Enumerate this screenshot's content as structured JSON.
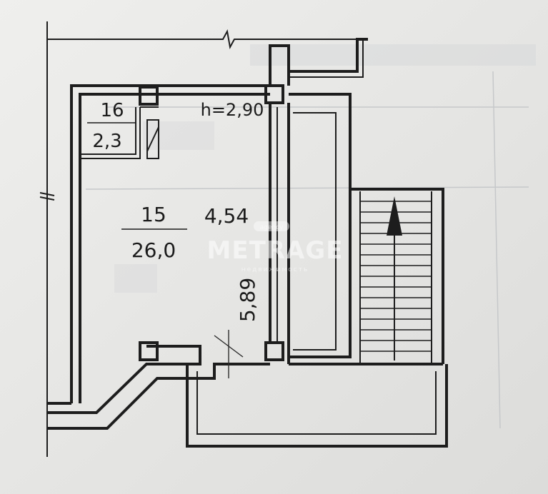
{
  "rooms": [
    {
      "number": "16",
      "area": "2,3"
    },
    {
      "number": "15",
      "area": "26,0"
    }
  ],
  "dimensions": {
    "ceiling_height": "h=2,90",
    "width": "4,54",
    "length": "5,89"
  },
  "watermark": {
    "badge": "agency",
    "brand": "METRAGE",
    "tagline": "недвижимость"
  }
}
